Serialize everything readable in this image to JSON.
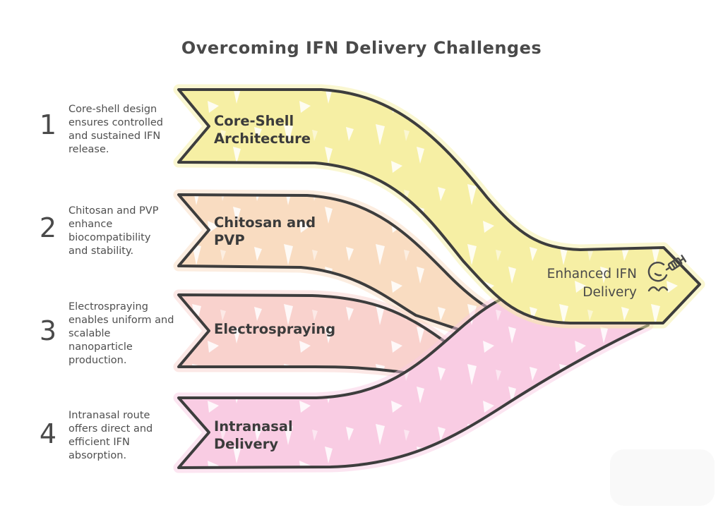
{
  "title": "Overcoming IFN Delivery Challenges",
  "colors": {
    "outline": "#3d3d3d",
    "title_text": "#4a4a4a",
    "description_text": "#4f4f4f",
    "label_text": "#3b3b3b",
    "background": "#ffffff"
  },
  "steps": [
    {
      "number": "1",
      "description": "Core-shell design\nensures controlled\nand sustained IFN\nrelease.",
      "label_lines": [
        "Core-Shell",
        "Architecture"
      ],
      "color": "#f6efa4"
    },
    {
      "number": "2",
      "description": "Chitosan and PVP\nenhance\nbiocompatibility\nand stability.",
      "label_lines": [
        "Chitosan and",
        "PVP"
      ],
      "color": "#f9dcc1"
    },
    {
      "number": "3",
      "description": "Electrospraying\nenables uniform and\nscalable\nnanoparticle\nproduction.",
      "label_lines": [
        "Electrospraying"
      ],
      "color": "#f9d2cd"
    },
    {
      "number": "4",
      "description": "Intranasal route\noffers direct and\nefficient IFN\nabsorption.",
      "label_lines": [
        "Intranasal",
        "Delivery"
      ],
      "color": "#f9cce3"
    }
  ],
  "outcome": {
    "label_lines": [
      "Enhanced IFN",
      "Delivery"
    ],
    "color": "#f6efa4",
    "icon": "face-syringe-icon"
  }
}
